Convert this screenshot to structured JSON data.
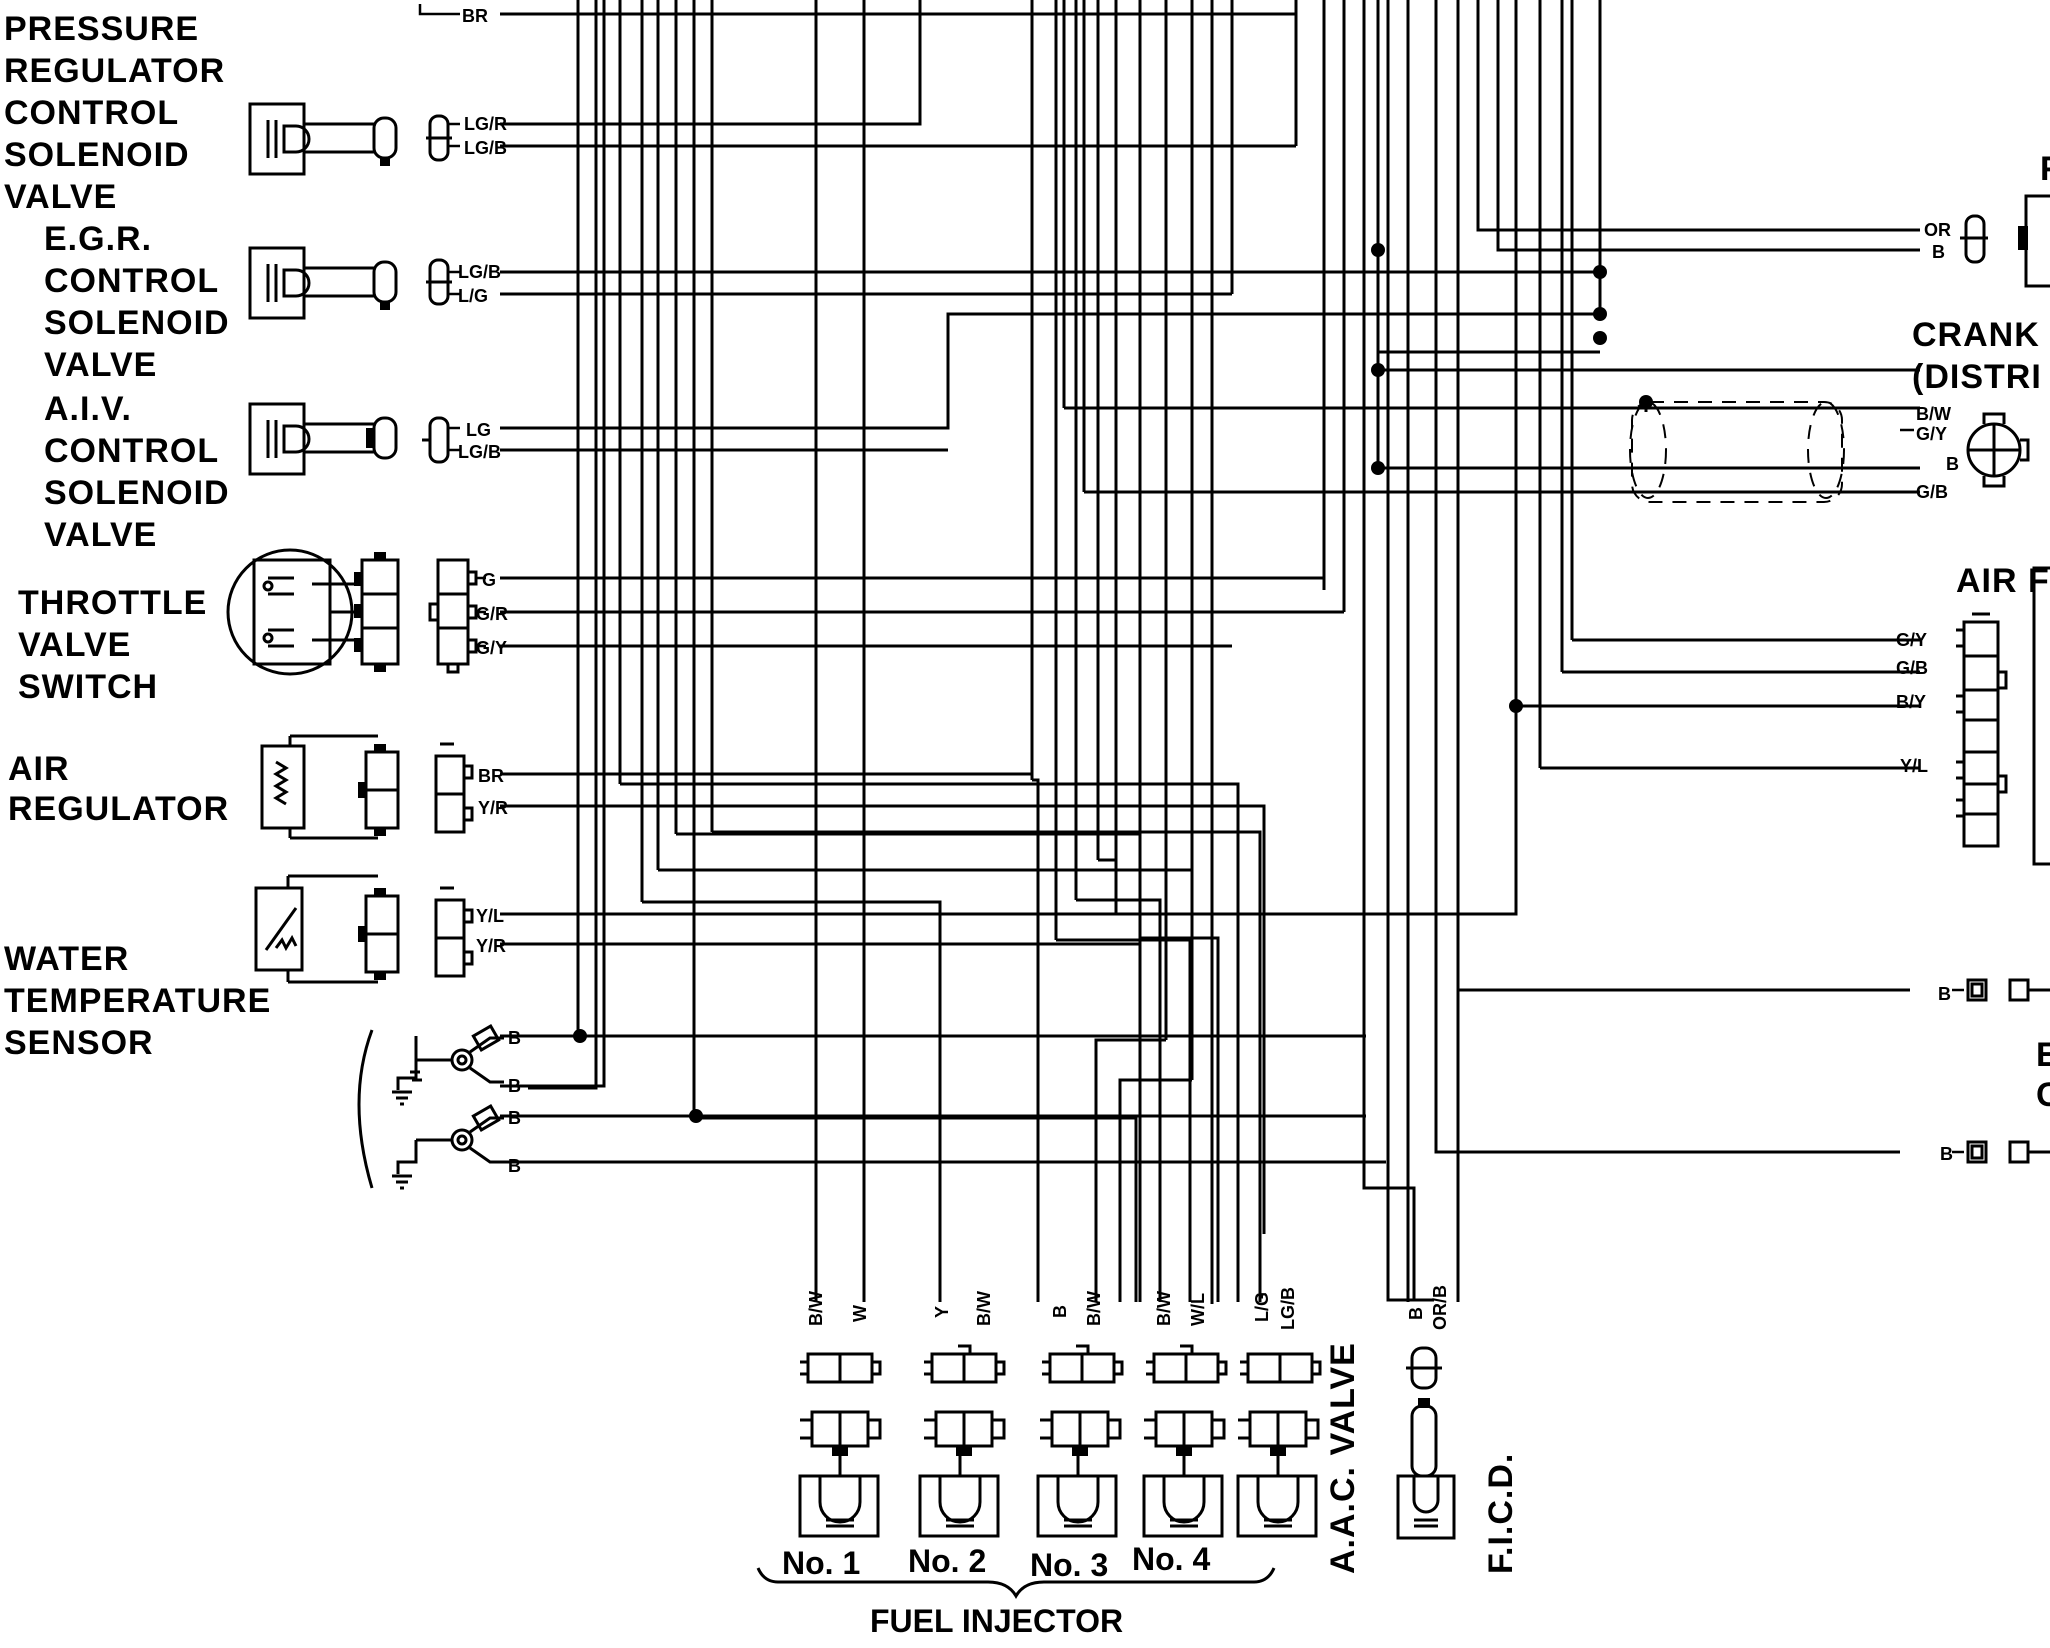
{
  "components": {
    "pressure_regulator": [
      "PRESSURE",
      "REGULATOR",
      "CONTROL",
      "SOLENOID",
      "VALVE"
    ],
    "egr": [
      "E.G.R.",
      "CONTROL",
      "SOLENOID",
      "VALVE"
    ],
    "aiv": [
      "A.I.V.",
      "CONTROL",
      "SOLENOID",
      "VALVE"
    ],
    "throttle": [
      "THROTTLE",
      "VALVE",
      "SWITCH"
    ],
    "air_regulator": [
      "AIR",
      "REGULATOR"
    ],
    "water_temp": [
      "WATER",
      "TEMPERATURE",
      "SENSOR"
    ],
    "crank": [
      "CRANK",
      "(DISTRI"
    ],
    "air_f": "AIR F",
    "right_edge_f": "F",
    "right_edge_b": "E",
    "right_edge_c": "C",
    "aac_valve": "A.A.C. VALVE",
    "ficd": "F.I.C.D.",
    "injectors": [
      "No. 1",
      "No. 2",
      "No. 3",
      "No. 4"
    ],
    "fuel_injector": "FUEL INJECTOR"
  },
  "wire_labels": {
    "top_br": "BR",
    "prcv_1": "LG/R",
    "prcv_2": "LG/B",
    "egr_1": "LG/B",
    "egr_2": "L/G",
    "aiv_1": "LG",
    "aiv_2": "LG/B",
    "tvs_1": "G",
    "tvs_2": "G/R",
    "tvs_3": "G/Y",
    "ar_1": "BR",
    "ar_2": "Y/R",
    "wts_1": "Y/L",
    "wts_2": "Y/R",
    "gnd_1": "B",
    "gnd_2": "B",
    "gnd_3": "B",
    "gnd_4": "B",
    "f_or": "OR",
    "f_b": "B",
    "crank_1": "B/W",
    "crank_2": "G/Y",
    "crank_3": "B",
    "crank_4": "G/B",
    "afm_1": "G/Y",
    "afm_2": "G/B",
    "afm_3": "B/Y",
    "afm_4": "Y/L",
    "e_b": "B",
    "c_b": "B",
    "inj1_a": "B/W",
    "inj1_b": "W",
    "inj2_a": "Y",
    "inj2_b": "B/W",
    "inj3_a": "B",
    "inj3_b": "B/W",
    "inj4_a": "B/W",
    "inj4_b": "W/L",
    "aac_a": "L/G",
    "aac_b": "LG/B",
    "ficd_a": "B",
    "ficd_b": "OR/B"
  }
}
